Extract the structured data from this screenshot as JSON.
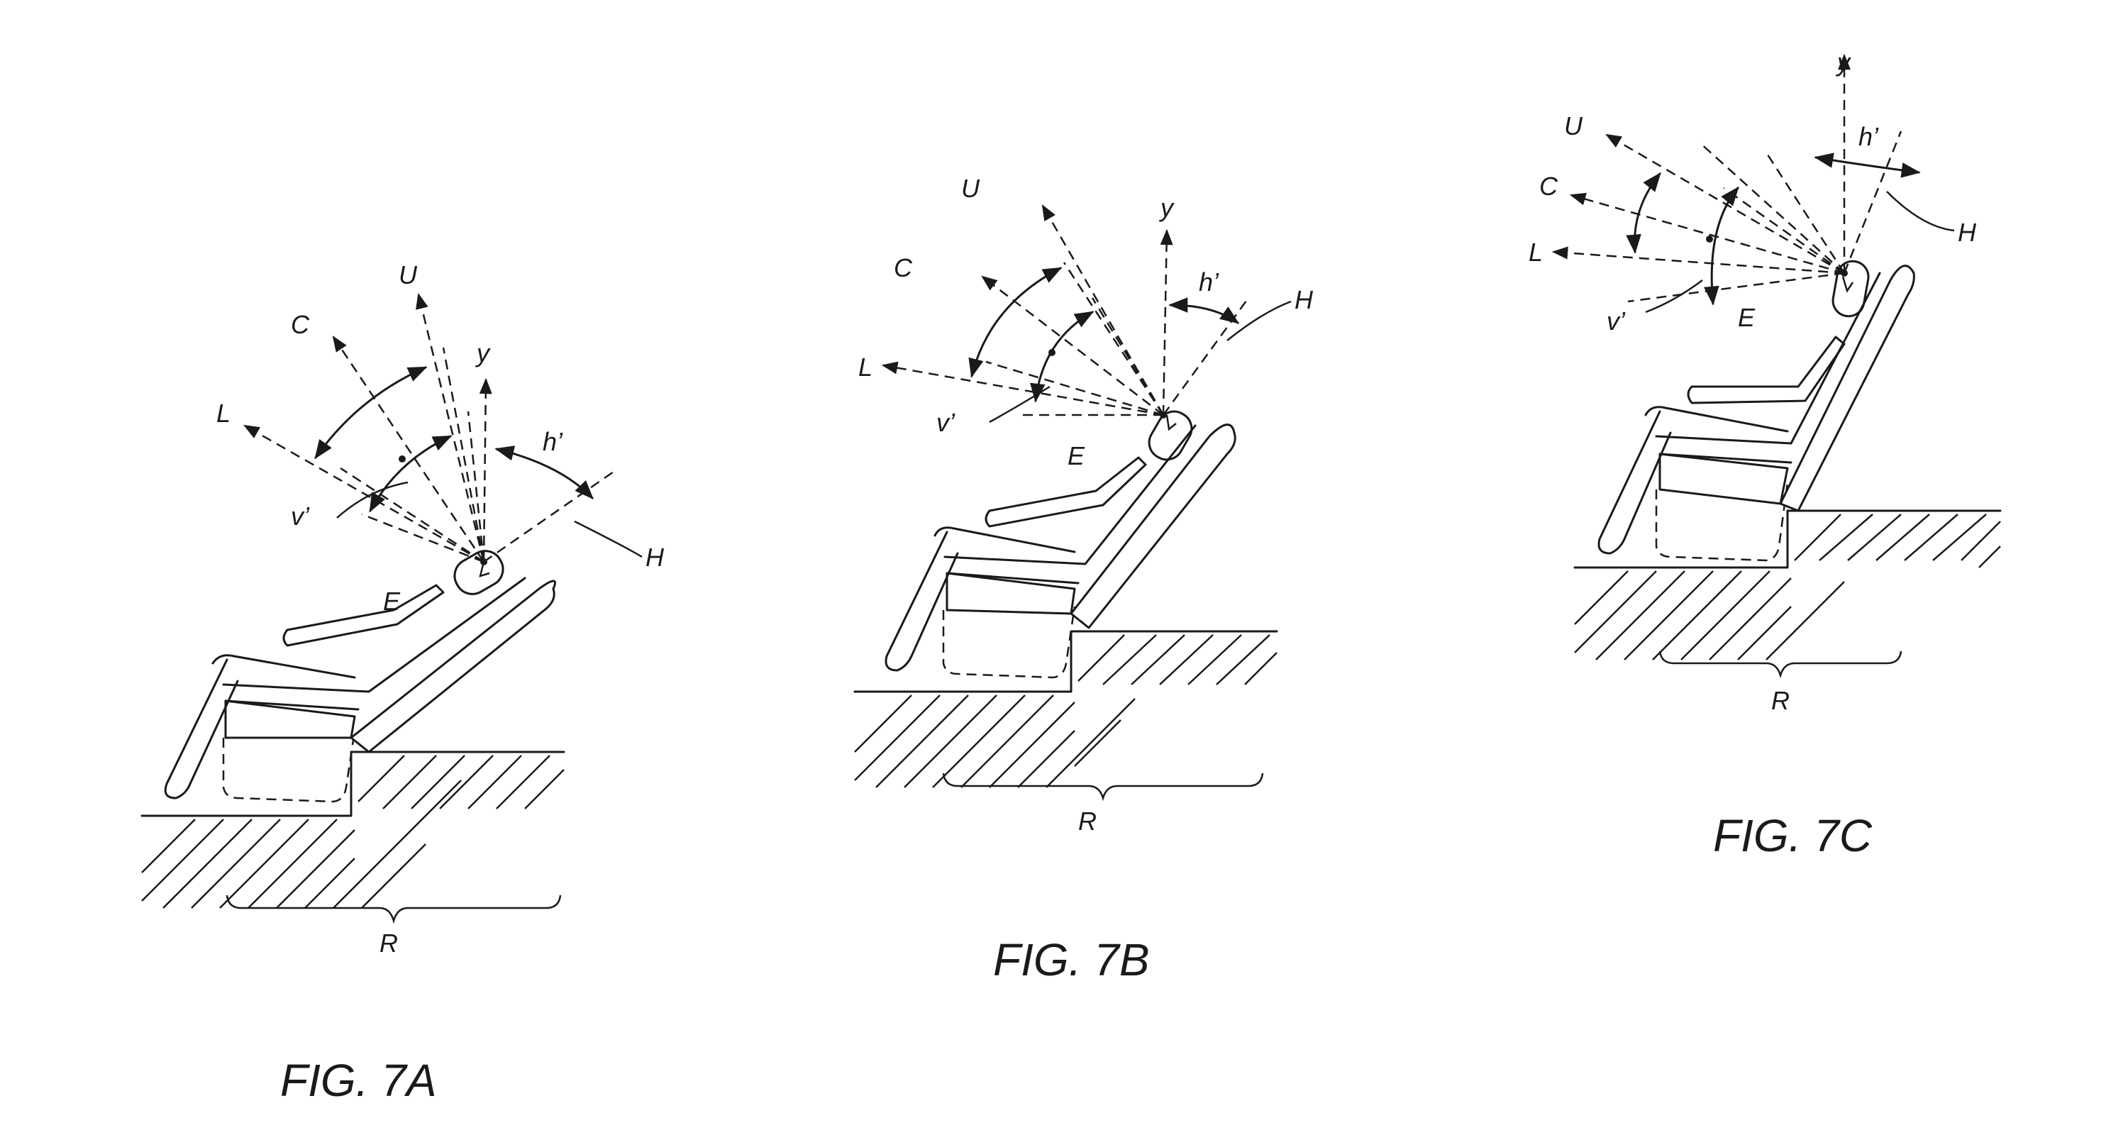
{
  "figures": [
    {
      "id": "7A",
      "caption": "FIG. 7A",
      "labels": {
        "upper": "U",
        "center": "C",
        "lower": "L",
        "vertical": "y",
        "horizontal_angle": "h’",
        "vertical_angle": "v’",
        "head": "H",
        "eye": "E",
        "range": "R"
      }
    },
    {
      "id": "7B",
      "caption": "FIG. 7B",
      "labels": {
        "upper": "U",
        "center": "C",
        "lower": "L",
        "vertical": "y",
        "horizontal_angle": "h’",
        "vertical_angle": "v’",
        "head": "H",
        "eye": "E",
        "range": "R"
      }
    },
    {
      "id": "7C",
      "caption": "FIG. 7C",
      "labels": {
        "upper": "U",
        "center": "C",
        "lower": "L",
        "vertical": "y",
        "horizontal_angle": "h’",
        "vertical_angle": "v’",
        "head": "H",
        "eye": "E",
        "range": "R"
      }
    }
  ]
}
